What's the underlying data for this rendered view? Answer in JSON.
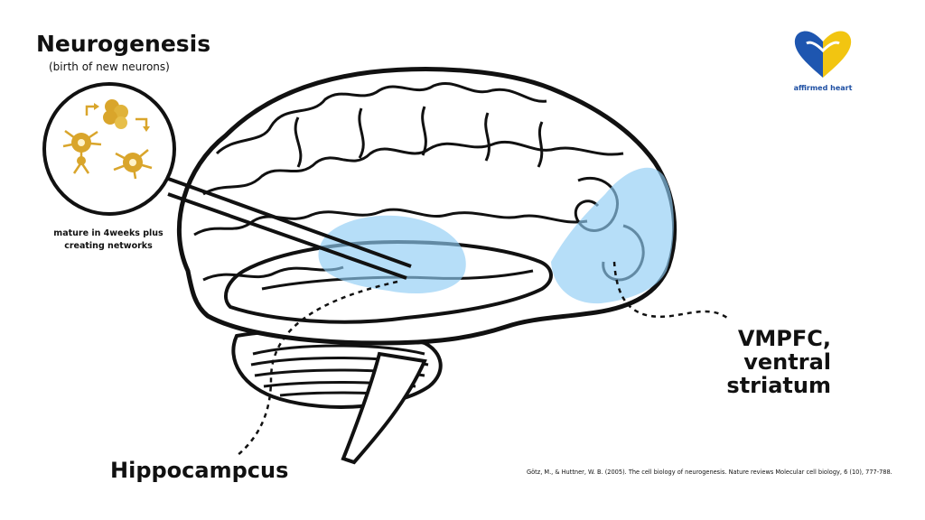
{
  "title": "Neurogenesis",
  "subtitle": "(birth of new neurons)",
  "inset_caption_line1": "mature in 4weeks plus",
  "inset_caption_line2": "creating networks",
  "region_label_line1": "VMPFC,",
  "region_label_line2": "ventral striatum",
  "hippocampus_label": "Hippocampcus",
  "citation": "Götz, M., & Huttner, W. B. (2005). The cell biology of neurogenesis. Nature reviews Molecular cell biology, 6 (10), 777-788.",
  "brand": {
    "name": "affirmed heart",
    "colors": {
      "blue": "#1e56b0",
      "yellow": "#f2c511"
    }
  },
  "colors": {
    "highlight": "#8fcdf5",
    "neuron": "#d9a52b",
    "outline": "#111111"
  },
  "icons": [
    "heart-logo-icon",
    "neuron-icon",
    "arrow-icon"
  ]
}
